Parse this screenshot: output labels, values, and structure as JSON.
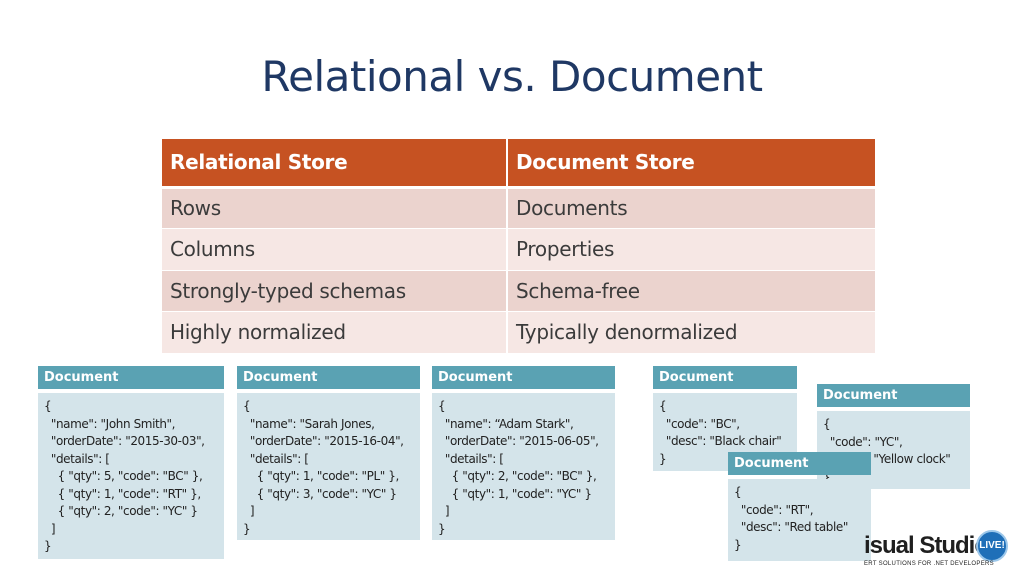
{
  "title": "Relational vs. Document",
  "table": {
    "headers": [
      "Relational Store",
      "Document Store"
    ],
    "rows": [
      [
        "Rows",
        "Documents"
      ],
      [
        "Columns",
        "Properties"
      ],
      [
        "Strongly-typed schemas",
        "Schema-free"
      ],
      [
        "Highly normalized",
        "Typically denormalized"
      ]
    ]
  },
  "documents": [
    {
      "header": "Document",
      "lines": [
        "{",
        "  \"name\": \"John Smith\",",
        "  \"orderDate\": \"2015-30-03\",",
        "  \"details\": [",
        "    { \"qty\": 5, \"code\": \"BC\" },",
        "    { \"qty\": 1, \"code\": \"RT\" },",
        "    { \"qty\": 2, \"code\": \"YC\" }",
        "  ]",
        "}"
      ]
    },
    {
      "header": "Document",
      "lines": [
        "{",
        "  \"name\": \"Sarah Jones,",
        "  \"orderDate\": \"2015-16-04\",",
        "  \"details\": [",
        "    { \"qty\": 1, \"code\": \"PL\" },",
        "    { \"qty\": 3, \"code\": \"YC\" }",
        "  ]",
        "}"
      ]
    },
    {
      "header": "Document",
      "lines": [
        "{",
        "  \"name\": “Adam Stark\",",
        "  \"orderDate\": \"2015-06-05\",",
        "  \"details\": [",
        "    { \"qty\": 2, \"code\": \"BC\" },",
        "    { \"qty\": 1, \"code\": \"YC\" }",
        "  ]",
        "}"
      ]
    },
    {
      "header": "Document",
      "lines": [
        "{",
        "  \"code\": \"BC\",",
        "  \"desc\": \"Black chair\"",
        "}"
      ]
    },
    {
      "header": "Document",
      "lines": [
        "{",
        "  \"code\": \"RT\",",
        "  \"desc\": \"Red table\"",
        "}"
      ]
    },
    {
      "header": "Document",
      "lines": [
        "{",
        "  \"code\": \"YC\",",
        "  \"desc\": \"Yellow clock\"",
        "}"
      ]
    }
  ],
  "logo": {
    "text": "isual Studio",
    "badge": "LIVE!",
    "tagline": "ERT SOLUTIONS FOR .NET DEVELOPERS"
  },
  "colors": {
    "title": "#1f3864",
    "table_header": "#c65222",
    "row_odd": "#ebd3ce",
    "row_even": "#f6e7e4",
    "doc_header": "#5aa2b3",
    "doc_body": "#d4e4ea"
  }
}
